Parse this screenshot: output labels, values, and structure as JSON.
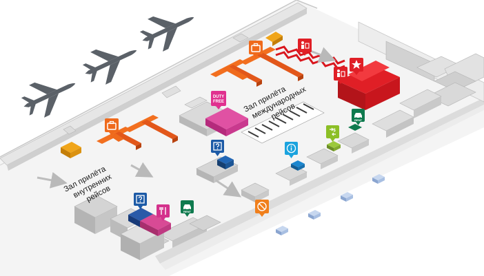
{
  "zones": {
    "domestic_arrivals": {
      "lines": [
        "Зал прилёта",
        "внутренних",
        "рейсов"
      ]
    },
    "international_arrivals": {
      "lines": [
        "Зал прилёта",
        "международных",
        "рейсов"
      ]
    }
  },
  "signs": {
    "duty_free": [
      "DUTY",
      "FREE"
    ],
    "rent_car_1": "RENT",
    "rent_car_2": "RENT"
  },
  "colors": {
    "baggage": "#e8641d",
    "duty_free": "#d4318c",
    "info": "#1f73b5",
    "info_light": "#1ba8e0",
    "rent_car": "#0f7a4e",
    "exchange": "#8cbf26",
    "red_zone": "#d6161d",
    "transfer": "#f07f1c",
    "wall_light": "#e7e7e7",
    "wall_dark": "#a8a8a8",
    "floor": "#f6f6f6"
  }
}
